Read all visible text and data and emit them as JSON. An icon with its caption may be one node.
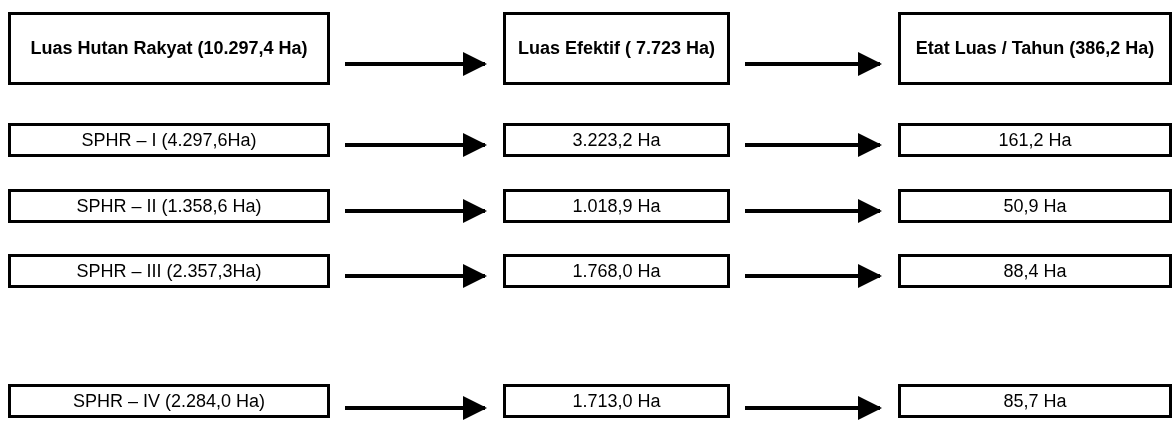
{
  "diagram": {
    "nodes": [
      {
        "text": [
          "Luas Hutan Rakyat (10.297,4 Ha)"
        ]
      },
      {
        "text": [
          "Luas Efektif ( 7.723 Ha)"
        ]
      },
      {
        "text": [
          "Etat Luas / Tahun (386,2 Ha)"
        ]
      },
      {
        "text": [
          "SPHR – I (4.297,6Ha)"
        ]
      },
      {
        "text": [
          "3.223,2 Ha"
        ]
      },
      {
        "text": [
          "161,2 Ha"
        ]
      },
      {
        "text": [
          "SPHR – II (1.358,6 Ha)"
        ]
      },
      {
        "text": [
          "1.018,9 Ha"
        ]
      },
      {
        "text": [
          "50,9 Ha"
        ]
      },
      {
        "text": [
          "SPHR – III (2.357,3Ha)"
        ]
      },
      {
        "text": [
          "1.768,0 Ha"
        ]
      },
      {
        "text": [
          "88,4 Ha"
        ]
      },
      {
        "text": [
          "SPHR – IV (2.284,0 Ha)"
        ]
      },
      {
        "text": [
          "1.713,0 Ha"
        ]
      },
      {
        "text": [
          "85,7 Ha"
        ]
      }
    ],
    "edges": [
      {
        "from": 0,
        "to": 1,
        "arrow": "to"
      },
      {
        "from": 1,
        "to": 2,
        "arrow": "to"
      },
      {
        "from": 3,
        "to": 4,
        "arrow": "to"
      },
      {
        "from": 4,
        "to": 5,
        "arrow": "to"
      },
      {
        "from": 6,
        "to": 7,
        "arrow": "to"
      },
      {
        "from": 7,
        "to": 8,
        "arrow": "to"
      },
      {
        "from": 9,
        "to": 10,
        "arrow": "to"
      },
      {
        "from": 10,
        "to": 11,
        "arrow": "to"
      },
      {
        "from": 12,
        "to": 13,
        "arrow": "to"
      },
      {
        "from": 13,
        "to": 14,
        "arrow": "to"
      }
    ]
  }
}
